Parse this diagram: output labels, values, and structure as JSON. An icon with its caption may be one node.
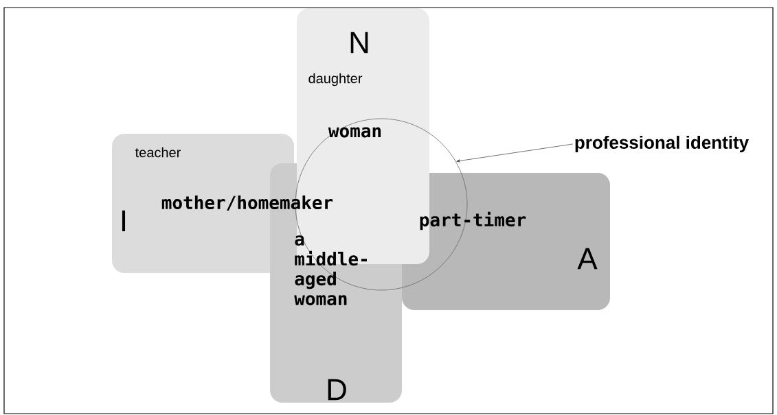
{
  "diagram": {
    "nodes": [
      {
        "text": [
          "teacher",
          "mother/homemaker",
          "I"
        ]
      },
      {
        "text": [
          "N",
          "daughter"
        ]
      },
      {
        "text": [
          "part-timer",
          "A"
        ]
      },
      {
        "text": [
          "D"
        ]
      },
      {
        "text": [
          "woman",
          "a middle-aged woman"
        ]
      },
      {
        "text": [
          "professional identity"
        ]
      }
    ],
    "edges": [
      {
        "from": 5,
        "to": 4,
        "arrow": "to"
      }
    ]
  }
}
